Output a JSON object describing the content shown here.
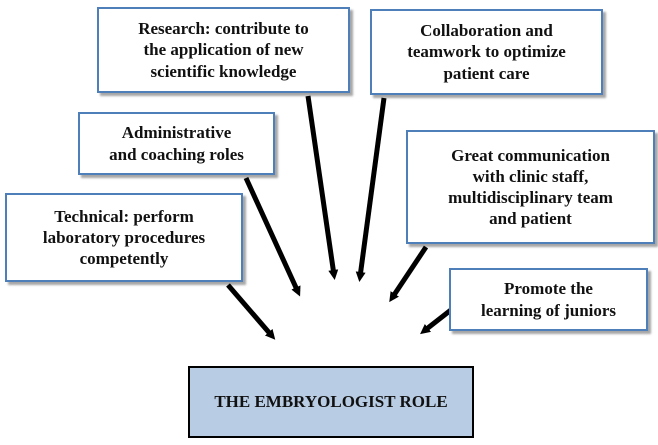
{
  "diagram": {
    "center": {
      "label": "THE EMBRYOLOGIST ROLE"
    },
    "roles": {
      "research": {
        "label": "Research: contribute to\nthe application of new\nscientific knowledge"
      },
      "collaboration": {
        "label": "Collaboration and\nteamwork to optimize\npatient care"
      },
      "administrative": {
        "label": "Administrative\nand coaching roles"
      },
      "communication": {
        "label": "Great communication\nwith clinic staff,\nmultidisciplinary team\nand patient"
      },
      "technical": {
        "label": "Technical: perform\nlaboratory procedures\ncompetently"
      },
      "promote": {
        "label": "Promote the\nlearning of juniors"
      }
    },
    "colors": {
      "box_border": "#4f7fb8",
      "center_fill": "#b8cce4",
      "arrow": "#000000"
    }
  }
}
